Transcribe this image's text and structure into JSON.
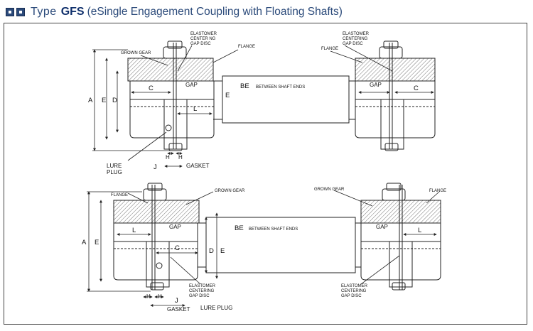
{
  "header": {
    "prefix": "Type",
    "model": "GFS",
    "subtitle": "(eSingle Engagement Coupling with Floating Shafts)"
  },
  "colors": {
    "accent": "#2b4a7a",
    "line": "#222222",
    "hatch": "#777777",
    "frame": "#444444"
  },
  "top_diagram": {
    "labels": {
      "grown_gear": "GROWN GEAR",
      "elastomer_left": [
        "ELASTOMER",
        "CENTER NG",
        "GAP DISC"
      ],
      "flange_left": "FLANGE",
      "elastomer_right": [
        "ELASTOMER",
        "CENTERING",
        "GAP DISC"
      ],
      "flange_right": "FLANGE",
      "a": "A",
      "e": "E",
      "d": "D",
      "c_left": "C",
      "gap_left": "GAP",
      "be": "BE",
      "between": "BETWEEN SHAFT ENDS",
      "e_mid": "E",
      "l": "L",
      "gap_right": "GAP",
      "c_right": "C",
      "lure_plug": [
        "LURE",
        "PLUG"
      ],
      "h1": "H",
      "h2": "H",
      "j": "J",
      "gasket": "GASKET"
    }
  },
  "bottom_diagram": {
    "labels": {
      "flange_left": "FLANGE",
      "grown_gear_left": "GROWN GEAR",
      "grown_gear_right": "GROWN GEAR",
      "flange_right": "FLANGE",
      "a": "A",
      "e": "E",
      "l_left": "L",
      "gap_left": "GAP",
      "be": "BE",
      "between": "BETWEEN SHAFT ENDS",
      "gap_right": "GAP",
      "l_right": "L",
      "c": "C",
      "d": "D",
      "e_mid": "E",
      "elastomer_mid": [
        "ELASTOMER",
        "CENTERING",
        "GAP DISC"
      ],
      "elastomer_right": [
        "ELASTOMER",
        "CENTERING",
        "GAP DISC"
      ],
      "h1": "H",
      "h2": "H",
      "j": "J",
      "gasket": "GASKET",
      "lure_plug": "LURE PLUG"
    }
  }
}
